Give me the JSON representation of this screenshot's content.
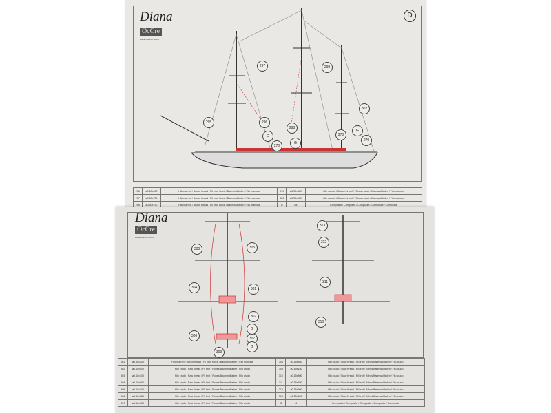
{
  "top_page": {
    "title": "Diana",
    "logo": "OcCre",
    "logo_url_text": "www.occre.com",
    "page_letter": "D",
    "callouts": [
      "297",
      "299",
      "302",
      "295",
      "296",
      "298",
      "270",
      "270",
      "270",
      "G",
      "G",
      "G"
    ],
    "table": [
      {
        "ref": "296",
        "size": "ø0.50x600",
        "desc": "Hilo marrón / Brown thread / Fil brun foncé / Baumwollfaden / Filo marrone",
        "ref2": "299",
        "size2": "ø0.50x800",
        "desc2": "Hilo marrón / Brown thread / Fil brun foncé / Baumwollfaden / Filo marrone"
      },
      {
        "ref": "297",
        "size": "ø0.50x750",
        "desc": "Hilo marrón / Brown thread / Fil brun foncé / Baumwollfaden / Filo marrone",
        "ref2": "300",
        "size2": "ø0.50x650",
        "desc2": "Hilo marrón / Brown thread / Fil brun foncé / Baumwollfaden / Filo marrone"
      },
      {
        "ref": "298",
        "size": "ø0.50x750",
        "desc": "Hilo marrón / Brown thread / Fil brun foncé / Baumwollfaden / Filo marrone",
        "ref2": "G",
        "size2": "ø4",
        "desc2": "Composite / Composite / Composite / Composite / Composite"
      }
    ]
  },
  "bottom_page": {
    "title": "Diana",
    "logo": "OcCre",
    "logo_url_text": "www.occre.com",
    "callouts_left": [
      "308",
      "305",
      "304",
      "301",
      "302",
      "306",
      "307",
      "303",
      "G",
      "G"
    ],
    "callouts_right": [
      "313",
      "312",
      "311",
      "310"
    ],
    "table": [
      {
        "ref": "301",
        "size": "ø0.50x200",
        "desc": "Hilo marrón / Brown thread / Fil brun foncé / Baumwollfaden / Filo marrone",
        "ref2": "308",
        "size2": "ø0.15x850",
        "desc2": "Hilo crudo / Raw thread / Fil brut / Rohes Baumwollfaden / Filo crudo"
      },
      {
        "ref": "302",
        "size": "ø0.15x500",
        "desc": "Hilo crudo / Raw thread / Fil brut / Rohes Baumwollfaden / Filo crudo",
        "ref2": "309",
        "size2": "ø0.15x150",
        "desc2": "Hilo crudo / Raw thread / Fil brut / Rohes Baumwollfaden / Filo crudo"
      },
      {
        "ref": "303",
        "size": "ø0.15x100",
        "desc": "Hilo crudo / Raw thread / Fil brut / Rohes Baumwollfaden / Filo crudo",
        "ref2": "310",
        "size2": "ø0.15x800",
        "desc2": "Hilo crudo / Raw thread / Fil brut / Rohes Baumwollfaden / Filo crudo"
      },
      {
        "ref": "304",
        "size": "ø0.15x600",
        "desc": "Hilo crudo / Raw thread / Fil brut / Rohes Baumwollfaden / Filo crudo",
        "ref2": "311",
        "size2": "ø0.15x700",
        "desc2": "Hilo crudo / Raw thread / Fil brut / Rohes Baumwollfaden / Filo crudo"
      },
      {
        "ref": "305",
        "size": "ø0.15x100",
        "desc": "Hilo crudo / Raw thread / Fil brut / Rohes Baumwollfaden / Filo crudo",
        "ref2": "312",
        "size2": "ø0.15x600",
        "desc2": "Hilo crudo / Raw thread / Fil brut / Rohes Baumwollfaden / Filo crudo"
      },
      {
        "ref": "306",
        "size": "ø0.15x680",
        "desc": "Hilo crudo / Raw thread / Fil brut / Rohes Baumwollfaden / Filo crudo",
        "ref2": "313",
        "size2": "ø0.15x600",
        "desc2": "Hilo crudo / Raw thread / Fil brut / Rohes Baumwollfaden / Filo crudo"
      },
      {
        "ref": "307",
        "size": "ø0.15x150",
        "desc": "Hilo crudo / Raw thread / Fil brut / Rohes Baumwollfaden / Filo crudo",
        "ref2": "G",
        "size2": "4",
        "desc2": "Composite / Composite / Composite / Composite / Composite"
      }
    ]
  }
}
